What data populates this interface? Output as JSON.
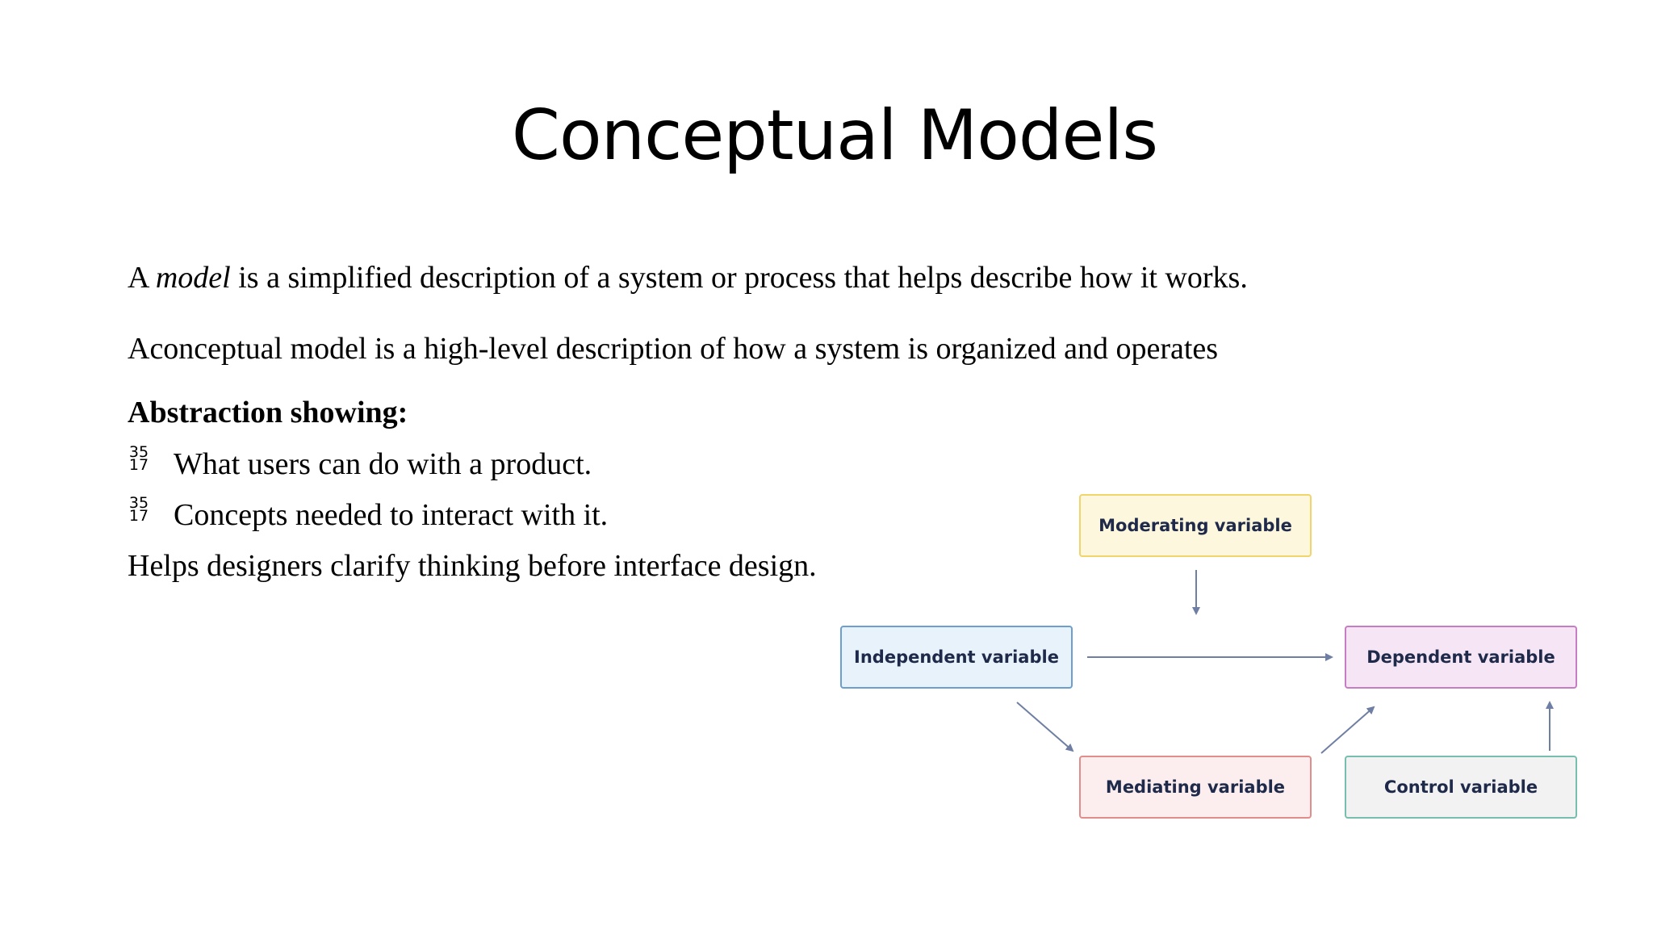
{
  "slide": {
    "title": "Conceptual Models",
    "para_model_prefix": "A ",
    "para_model_italic": "model",
    "para_model_suffix": " is a simplified description of a system or process that helps describe how it works.",
    "para_conceptual": "Aconceptual model is a high-level description of how a system is organized and operates",
    "heading": "Abstraction showing:",
    "bullet_marker_top": "35",
    "bullet_marker_bottom": "17",
    "bullets": [
      "What users can do with a product.",
      "Concepts needed to interact with it."
    ],
    "para_closing": "Helps designers clarify thinking before interface design."
  },
  "diagram": {
    "nodes": {
      "moderating": {
        "label": "Moderating variable",
        "fill": "#fdf7dd",
        "border": "#f1d46a"
      },
      "independent": {
        "label": "Independent variable",
        "fill": "#e8f2fb",
        "border": "#6d9fce"
      },
      "dependent": {
        "label": "Dependent variable",
        "fill": "#f6e6f5",
        "border": "#c77dc4"
      },
      "mediating": {
        "label": "Mediating variable",
        "fill": "#fceeee",
        "border": "#e38c8c"
      },
      "control": {
        "label": "Control variable",
        "fill": "#f1f2f1",
        "border": "#76bfae"
      }
    },
    "arrow_color": "#6f7fa3"
  }
}
